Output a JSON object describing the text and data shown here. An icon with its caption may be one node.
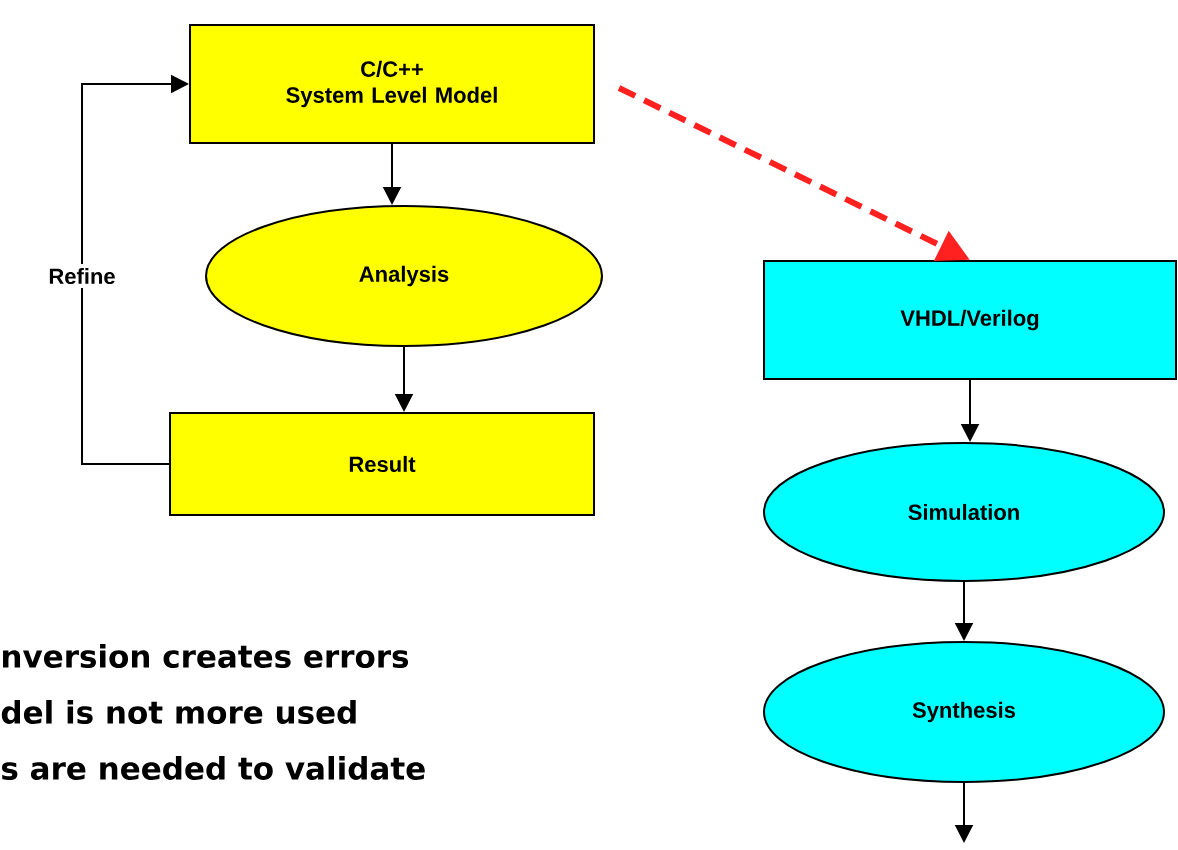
{
  "diagram": {
    "nodes": [
      {
        "text": [
          "C/C++ System Level Model"
        ]
      },
      {
        "text": [
          "Analysis"
        ]
      },
      {
        "text": [
          "Result"
        ]
      },
      {
        "text": [
          "VHDL/Verilog"
        ]
      },
      {
        "text": [
          "Simulation"
        ]
      },
      {
        "text": [
          "Synthesis"
        ]
      }
    ],
    "edges": [
      {
        "from": 0,
        "to": 1,
        "arrow": "to"
      },
      {
        "from": 1,
        "to": 2,
        "arrow": "to"
      },
      {
        "from": 2,
        "to": 0,
        "arrow": "to",
        "label": "Refine"
      },
      {
        "from": 0,
        "to": 3,
        "arrow": "to",
        "style": "dashed",
        "color": "#ff2020"
      },
      {
        "from": 3,
        "to": 4,
        "arrow": "to"
      },
      {
        "from": 4,
        "to": 5,
        "arrow": "to"
      },
      {
        "from": 5,
        "to": null,
        "arrow": "to"
      }
    ],
    "labels": [
      "nversion creates errors",
      "del is not more used",
      "s are needed to validate"
    ]
  }
}
